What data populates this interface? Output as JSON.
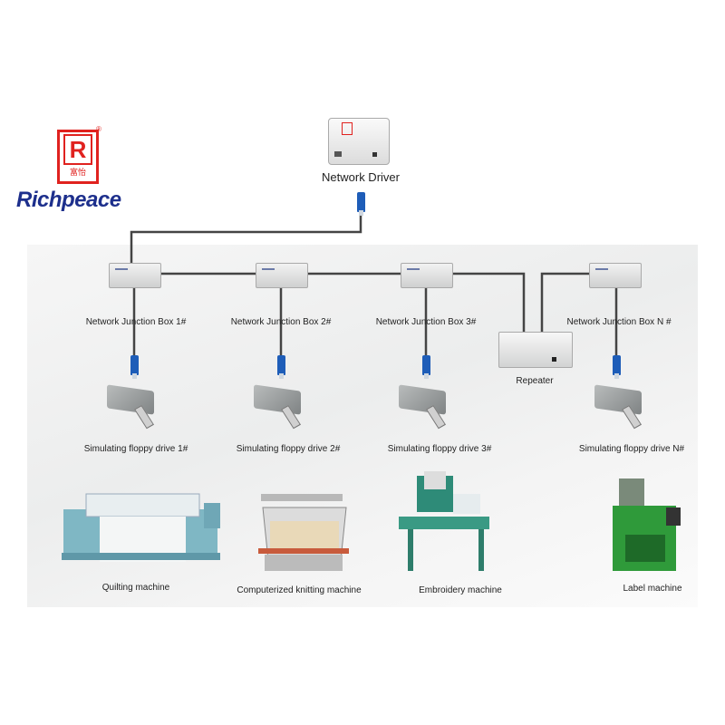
{
  "logo": {
    "brand": "Richpeace",
    "mark": "R",
    "chinese": "富怡"
  },
  "network_driver": {
    "label": "Network Driver"
  },
  "junction_boxes": [
    {
      "label": "Network Junction Box 1#"
    },
    {
      "label": "Network Junction Box 2#"
    },
    {
      "label": "Network Junction Box 3#"
    },
    {
      "label": "Network Junction Box N #"
    }
  ],
  "repeater": {
    "label": "Repeater"
  },
  "floppy_drives": [
    {
      "label": "Simulating floppy drive 1#"
    },
    {
      "label": "Simulating floppy drive 2#"
    },
    {
      "label": "Simulating floppy drive 3#"
    },
    {
      "label": "Simulating floppy drive N#"
    }
  ],
  "machines": [
    {
      "label": "Quilting machine"
    },
    {
      "label": "Computerized knitting machine"
    },
    {
      "label": "Embroidery machine"
    },
    {
      "label": "Label machine"
    }
  ],
  "colors": {
    "brand_red": "#e0221f",
    "brand_blue": "#1d2f8c",
    "cable": "#444444",
    "connector": "#1e5db8"
  }
}
